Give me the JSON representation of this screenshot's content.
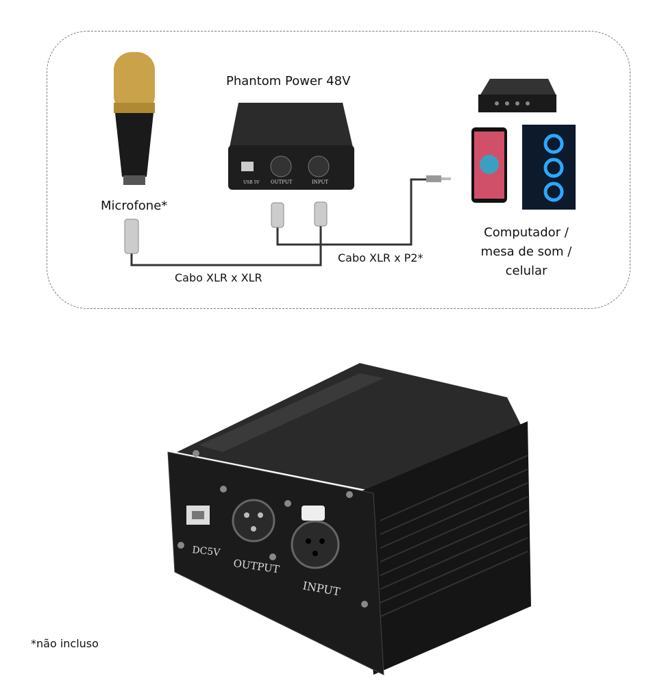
{
  "diagram": {
    "phantom_title": "Phantom Power 48V",
    "microphone_label": "Microfone*",
    "computer_label_lines": [
      "Computador /",
      "mesa de som /",
      "celular"
    ],
    "cable_xlr_xlr": "Cabo XLR x XLR",
    "cable_xlr_p2": "Cabo XLR x P2*"
  },
  "device": {
    "port_usb": "DC5V",
    "port_output": "OUTPUT",
    "port_input": "INPUT",
    "small_usb": "USB 5V",
    "small_output": "OUTPUT",
    "small_input": "INPUT"
  },
  "footnote": "*não incluso",
  "colors": {
    "device": "#1c1c1c",
    "mic_grille": "#c9a24a",
    "fan_blue": "#2aa8ff"
  }
}
